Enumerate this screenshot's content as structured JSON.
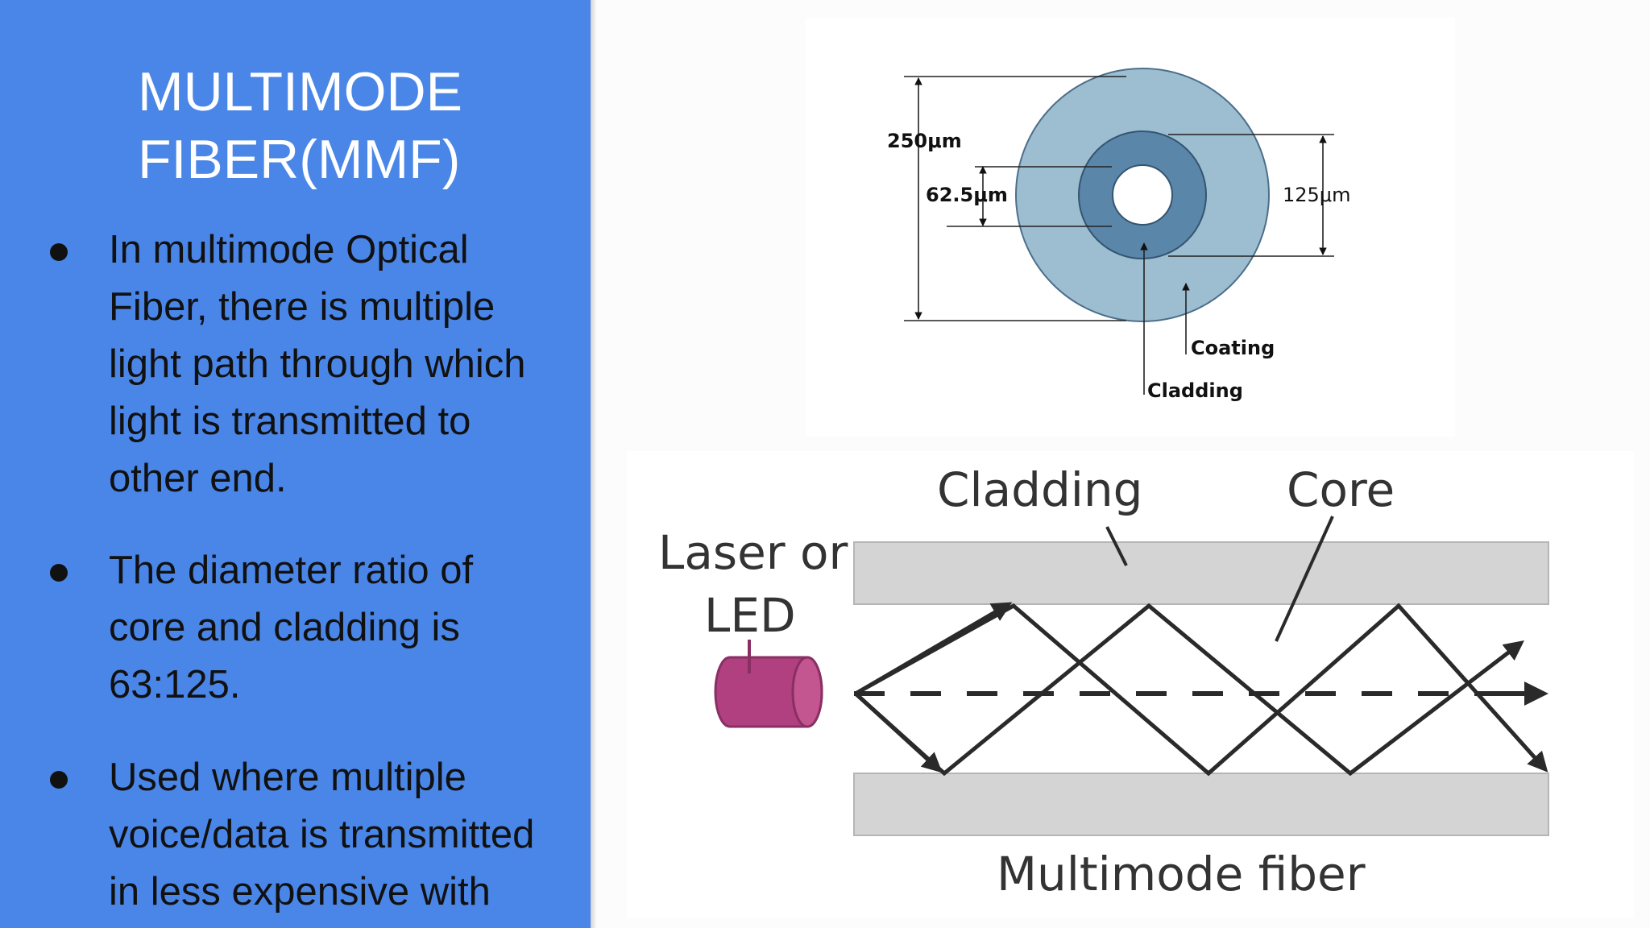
{
  "slide": {
    "title": "MULTIMODE\nFIBER(MMF)",
    "bullets": [
      "In multimode Optical\nFiber, there is multiple\nlight path through which\nlight is transmitted to\nother end.",
      "The diameter ratio of\ncore and cladding is\n63:125.",
      "Used where multiple\nvoice/data is transmitted\nin less expensive with"
    ]
  },
  "cross_section": {
    "label_250": "250μm",
    "label_62_5": "62.5μm",
    "label_125": "125μm",
    "label_coating": "Coating",
    "label_cladding": "Cladding"
  },
  "propagation": {
    "label_cladding": "Cladding",
    "label_core": "Core",
    "label_source_line1": "Laser or",
    "label_source_line2": "LED",
    "label_caption": "Multimode fiber"
  },
  "colors": {
    "left_panel": "#4a86e8",
    "coating_ring": "#9dbdd1",
    "cladding_ring": "#5a86aa",
    "core": "#ffffff",
    "source_led": "#b0407f",
    "fiber_band": "#d4d4d4"
  }
}
